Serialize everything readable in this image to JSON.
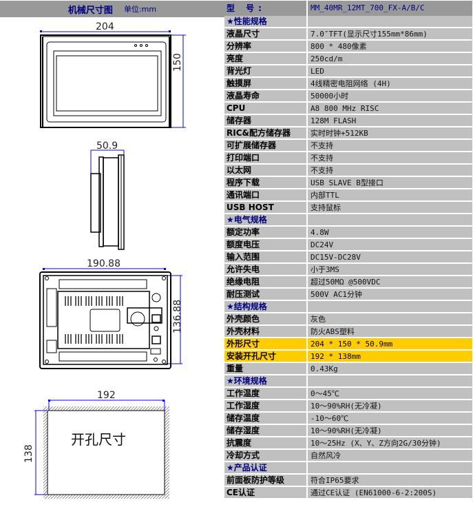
{
  "left_panel": {
    "title": "机械尺寸图",
    "unit": "单位:mm",
    "front_view": {
      "width_label": "204",
      "height_label": "150"
    },
    "side_view": {
      "depth_label": "50.9"
    },
    "back_view": {
      "width_label": "190.88",
      "height_label": "136.88"
    },
    "cutout_view": {
      "width_label": "192",
      "height_label": "138",
      "center_text": "开孔尺寸"
    }
  },
  "spec_table": {
    "header": {
      "label": "型 号:",
      "value": "MM_40MR_12MT_700_FX-A/B/C"
    },
    "rows": [
      {
        "type": "section",
        "label": "★性能规格",
        "value": ""
      },
      {
        "type": "item",
        "label": "液晶尺寸",
        "value": "7.0″TFT(显示尺寸155mm*86mm)"
      },
      {
        "type": "item",
        "label": "分辨率",
        "value": "800 * 480像素"
      },
      {
        "type": "item",
        "label": "亮度",
        "value": "250cd/m"
      },
      {
        "type": "item",
        "label": "背光灯",
        "value": "LED"
      },
      {
        "type": "item",
        "label": "触摸屏",
        "value": "4线精密电阻网络 (4H)"
      },
      {
        "type": "item",
        "label": "液晶寿命",
        "value": "50000小时"
      },
      {
        "type": "item",
        "label": "CPU",
        "value": "A8 800 MHz RISC"
      },
      {
        "type": "item",
        "label": "储存器",
        "value": "128M FLASH"
      },
      {
        "type": "item",
        "label": "RIC&配方储存器",
        "value": "实时时钟+512KB"
      },
      {
        "type": "item",
        "label": "可扩展储存器",
        "value": "不支持"
      },
      {
        "type": "item",
        "label": "打印端口",
        "value": "不支持"
      },
      {
        "type": "item",
        "label": "以太网",
        "value": "不支持"
      },
      {
        "type": "item",
        "label": "程序下载",
        "value": "USB SLAVE B型接口"
      },
      {
        "type": "item",
        "label": "通讯端口",
        "value": "内部TTL"
      },
      {
        "type": "item",
        "label": "USB HOST",
        "value": "支持鼠标"
      },
      {
        "type": "section",
        "label": "★电气规格",
        "value": ""
      },
      {
        "type": "item",
        "label": "额定功率",
        "value": "4.8W"
      },
      {
        "type": "item",
        "label": "额度电压",
        "value": "DC24V"
      },
      {
        "type": "item",
        "label": "输入范围",
        "value": "DC15V-DC28V"
      },
      {
        "type": "item",
        "label": "允许失电",
        "value": "小于3MS"
      },
      {
        "type": "item",
        "label": "绝缘电阻",
        "value": "超过50MΩ @500VDC"
      },
      {
        "type": "item",
        "label": "耐压测试",
        "value": "500V AC1分钟"
      },
      {
        "type": "section",
        "label": "★结构规格",
        "value": ""
      },
      {
        "type": "item",
        "label": "外壳颜色",
        "value": "灰色"
      },
      {
        "type": "item",
        "label": "外壳材料",
        "value": "防火ABS塑料"
      },
      {
        "type": "highlight",
        "label": "外形尺寸",
        "value": "204 * 150 * 50.9mm"
      },
      {
        "type": "highlight",
        "label": "安装开孔尺寸",
        "value": "192 * 138mm"
      },
      {
        "type": "item",
        "label": "重量",
        "value": "0.43Kg"
      },
      {
        "type": "section",
        "label": "★环境规格",
        "value": ""
      },
      {
        "type": "item",
        "label": "工作温度",
        "value": "0～45℃"
      },
      {
        "type": "item",
        "label": "工作湿度",
        "value": "10～90%RH(无冷凝)"
      },
      {
        "type": "item",
        "label": "储存温度",
        "value": "-10～60℃"
      },
      {
        "type": "item",
        "label": "储存湿度",
        "value": "10～90%RH(无冷凝)"
      },
      {
        "type": "item",
        "label": "抗震度",
        "value": "10～25Hz (X、Y、Z方向2G/30分钟)"
      },
      {
        "type": "item",
        "label": "冷却方式",
        "value": "自然风冷"
      },
      {
        "type": "section",
        "label": "★产品认证",
        "value": ""
      },
      {
        "type": "item",
        "label": "前面板防护等级",
        "value": "符合IP65要求"
      },
      {
        "type": "item",
        "label": "CE认证",
        "value": "通过CE认证 (EN61000-6-2:200S)"
      }
    ]
  },
  "colors": {
    "header_bg": "#999999",
    "row_bg": "#c0c0c0",
    "highlight_bg": "#ffcc00",
    "section_text": "#000080",
    "dimension_line": "#0000ff"
  }
}
